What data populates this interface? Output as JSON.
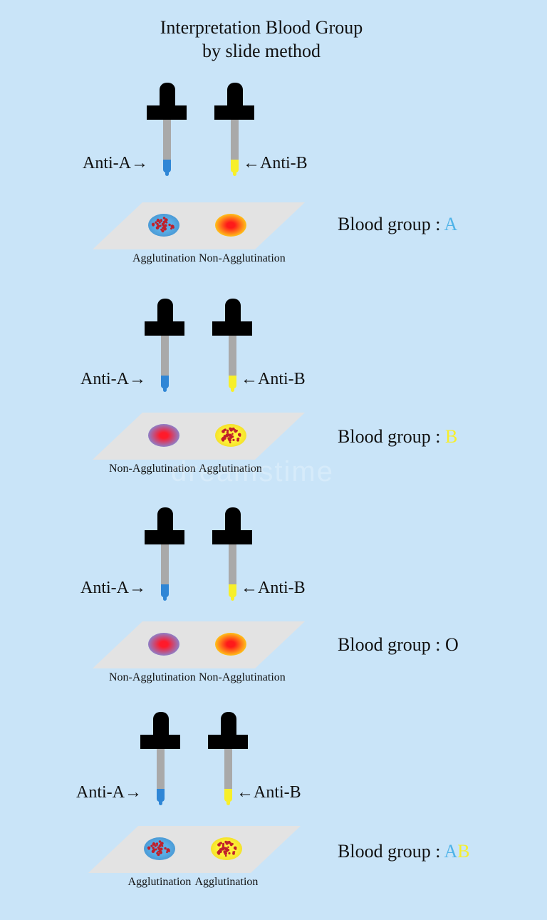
{
  "title": {
    "line1": "Interpretation Blood Group",
    "line2": "by slide method"
  },
  "colors": {
    "background": "#c9e4f8",
    "anti_a": "#2f86d6",
    "anti_b": "#f7ef2a",
    "slide": "#e3e3e3",
    "label_a": "#4fb3e8",
    "label_b": "#f7ef2a",
    "label_o": "#111111"
  },
  "panels": [
    {
      "anti_a_label": "Anti-A",
      "anti_b_label": "Anti-B",
      "left_result": "Agglutination",
      "right_result": "Non-Agglutination",
      "left_spot": "agglutination-blue",
      "right_spot": "non-agglutination-orange",
      "group_prefix": "Blood group : ",
      "group_letter_1": "A",
      "group_letter_2": ""
    },
    {
      "anti_a_label": "Anti-A",
      "anti_b_label": "Anti-B",
      "left_result": "Non-Agglutination",
      "right_result": "Agglutination",
      "left_spot": "non-agglutination-purple",
      "right_spot": "agglutination-yellow",
      "group_prefix": "Blood group : ",
      "group_letter_1": "",
      "group_letter_2": "B"
    },
    {
      "anti_a_label": "Anti-A",
      "anti_b_label": "Anti-B",
      "left_result": "Non-Agglutination",
      "right_result": "Non-Agglutination",
      "left_spot": "non-agglutination-purple",
      "right_spot": "non-agglutination-orange",
      "group_prefix": "Blood group : ",
      "group_letter_1": "O",
      "group_letter_2": ""
    },
    {
      "anti_a_label": "Anti-A",
      "anti_b_label": "Anti-B",
      "left_result": "Agglutination",
      "right_result": "Agglutination",
      "left_spot": "agglutination-blue",
      "right_spot": "agglutination-yellow",
      "group_prefix": "Blood group : ",
      "group_letter_1": "A",
      "group_letter_2": "B"
    }
  ],
  "watermark": "dreamstime"
}
